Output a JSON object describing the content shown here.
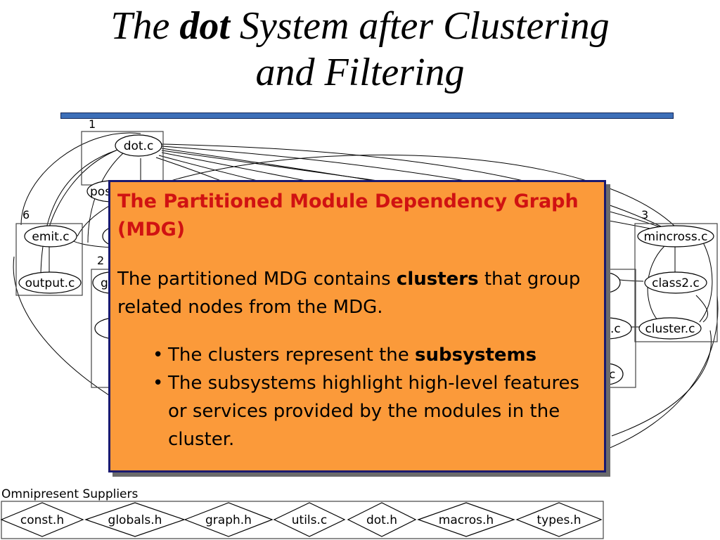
{
  "slide": {
    "title_prefix": "The ",
    "title_bold": "dot",
    "title_line1_rest": " System after Clustering",
    "title_line2": "and Filtering"
  },
  "clusters": [
    {
      "id": "1",
      "label": "1"
    },
    {
      "id": "2",
      "label": "2"
    },
    {
      "id": "3",
      "label": "3"
    },
    {
      "id": "6",
      "label": "6"
    }
  ],
  "nodes": {
    "dot_c": "dot.c",
    "position_c": "pos",
    "emit_c": "emit.c",
    "output_c": "output.c",
    "cluster2_top": "g",
    "mincross_c": "mincross.c",
    "class2_c": "class2.c",
    "cluster_c": "cluster.c",
    "partial_right1": ".c",
    "partial_right2": "c"
  },
  "callout": {
    "heading": "The Partitioned Module Dependency Graph (MDG)",
    "para_pre": "The partitioned MDG contains ",
    "para_bold": "clusters",
    "para_post": " that group related nodes from the MDG.",
    "bullets": [
      {
        "pre": "The clusters represent the ",
        "bold": "subsystems",
        "post": ""
      },
      {
        "pre": "The subsystems highlight high-level features or services provided by the modules in the cluster.",
        "bold": "",
        "post": ""
      }
    ]
  },
  "suppliers": {
    "title": "Omnipresent Suppliers",
    "items": [
      "const.h",
      "globals.h",
      "graph.h",
      "utils.c",
      "dot.h",
      "macros.h",
      "types.h"
    ]
  }
}
